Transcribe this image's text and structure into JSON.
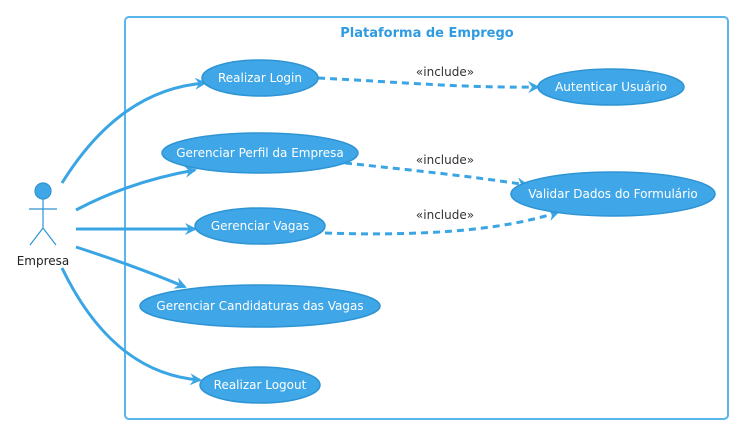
{
  "colors": {
    "accent": "#3AA5E4",
    "ellipse_fill": "#3FA7E8",
    "ellipse_stroke": "#2E94D3",
    "boundary_stroke": "#5AB6EA",
    "title_text": "#2F9BE0"
  },
  "system": {
    "title": "Plataforma de Emprego"
  },
  "actor": {
    "name": "Empresa",
    "icon": "stick-figure-actor-icon"
  },
  "use_cases": {
    "login": "Realizar Login",
    "auth": "Autenticar Usuário",
    "perfil": "Gerenciar Perfil da Empresa",
    "validar": "Validar Dados do Formulário",
    "vagas": "Gerenciar Vagas",
    "candidaturas": "Gerenciar Candidaturas das Vagas",
    "logout": "Realizar Logout"
  },
  "relations": {
    "include_login": "«include»",
    "include_perfil": "«include»",
    "include_vagas": "«include»"
  }
}
